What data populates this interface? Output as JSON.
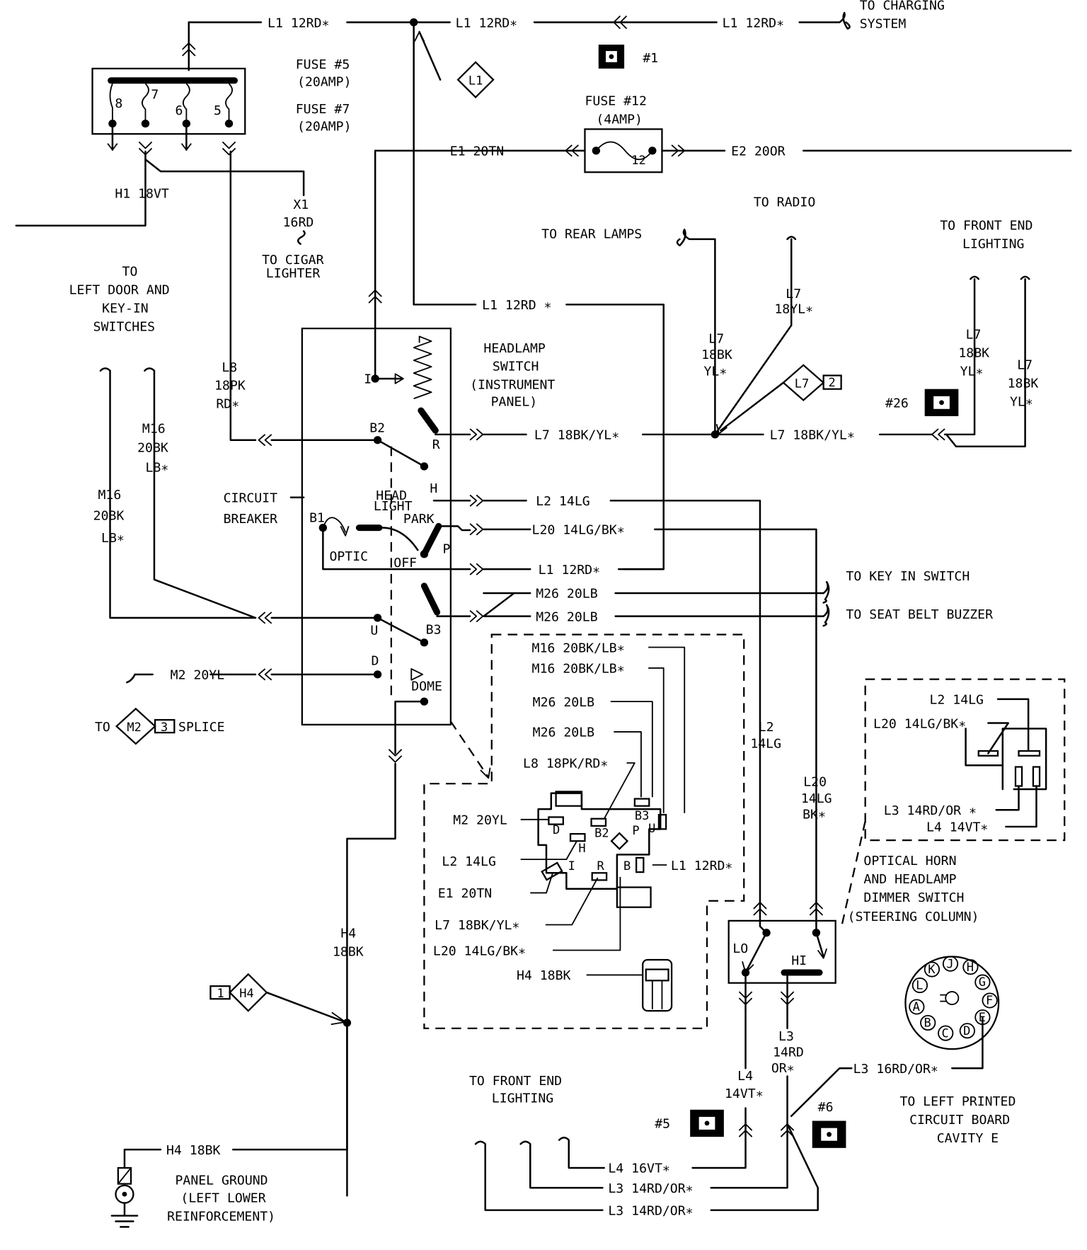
{
  "top": {
    "l1_a": "L1  12RD∗",
    "l1_b": "L1  12RD∗",
    "l1_c": "L1  12RD∗",
    "charging_1": "TO CHARGING",
    "charging_2": "SYSTEM",
    "conn1": "#1",
    "l1_diamond": "L1"
  },
  "fuses": {
    "f5_1": "FUSE #5",
    "f5_2": "(20AMP)",
    "f7_1": "FUSE #7",
    "f7_2": "(20AMP)",
    "f12_1": "FUSE #12",
    "f12_2": "(4AMP)",
    "f12_num": "12",
    "block_8": "8",
    "block_7": "7",
    "block_6": "6",
    "block_5": "5"
  },
  "left": {
    "h1": "H1  18VT",
    "x1_a": "X1",
    "x1_b": "16RD",
    "cigar_1": "TO CIGAR",
    "cigar_2": "LIGHTER",
    "door_1": "TO",
    "door_2": "LEFT DOOR AND",
    "door_3": "KEY-IN",
    "door_4": "SWITCHES",
    "l8_a": "L8",
    "l8_b": "18PK",
    "l8_c": "RD∗",
    "m16a_1": "M16",
    "m16a_2": "20BK",
    "m16a_3": "LB∗",
    "m16b_1": "M16",
    "m16b_2": "20BK",
    "m16b_3": "LB∗",
    "cb_1": "CIRCUIT",
    "cb_2": "BREAKER",
    "m2": "M2  20YL",
    "to": "TO",
    "m2_diamond": "M2",
    "m2_num": "3",
    "splice": "SPLICE"
  },
  "headlamp": {
    "title_1": "HEADLAMP",
    "title_2": "SWITCH",
    "title_3": "(INSTRUMENT",
    "title_4": "PANEL)",
    "pin_i": "I",
    "pin_b2": "B2",
    "pin_r": "R",
    "pin_h": "H",
    "head_1": "HEAD",
    "head_2": "LIGHT",
    "park": "PARK",
    "pin_p": "P",
    "pin_b1": "B1",
    "optic": "OPTIC",
    "off": "OFF",
    "pin_u": "U",
    "pin_b3": "B3",
    "pin_d": "D",
    "dome": "DOME"
  },
  "center": {
    "e1": "E1  20TN",
    "e2": "E2  20OR",
    "l1_mid": "L1  12RD ∗",
    "rear_lamps": "TO REAR LAMPS",
    "radio": "TO RADIO",
    "l7_a": "L7",
    "l7_b": "18BK",
    "l7_c": "YL∗",
    "l7_d": "L7",
    "l7_e": "18YL∗",
    "l7_diamond": "L7",
    "l7_num": "2",
    "l7_r": "L7  18BK/YL∗",
    "l7_right": "L7  18BK/YL∗",
    "l2": "L2  14LG",
    "l20": "L20  14LG/BK∗",
    "l1_off": "L1  12RD∗",
    "m26_a": "M26  20LB",
    "m26_b": "M26  20LB",
    "key_in": "TO KEY IN SWITCH",
    "seat_belt": "TO SEAT BELT BUZZER"
  },
  "right": {
    "front_1": "TO FRONT END",
    "front_2": "LIGHTING",
    "l7a_1": "L7",
    "l7a_2": "18BK",
    "l7a_3": "YL∗",
    "l7b_1": "L7",
    "l7b_2": "18BK",
    "l7b_3": "YL∗",
    "conn26": "#26",
    "l2v_1": "L2",
    "l2v_2": "14LG",
    "l20v_1": "L20",
    "l20v_2": "14LG",
    "l20v_3": "BK∗",
    "d_l2": "L2  14LG",
    "d_l20": "L20  14LG/BK∗",
    "d_l3": "L3  14RD/OR ∗",
    "d_l4": "L4  14VT∗",
    "opt_1": "OPTICAL HORN",
    "opt_2": "AND HEADLAMP",
    "opt_3": "DIMMER SWITCH",
    "opt_4": "(STEERING COLUMN)",
    "lo": "LO",
    "hi": "HI",
    "l3v_1": "L3",
    "l3v_2": "14RD",
    "l3v_3": "OR∗",
    "l4v_1": "L4",
    "l4v_2": "14VT∗",
    "l3_16": "L3  16RD/OR∗",
    "conn5": "#5",
    "conn6": "#6",
    "pcb_1": "TO LEFT PRINTED",
    "pcb_2": "CIRCUIT BOARD",
    "pcb_3": "CAVITY E",
    "cav_k": "K",
    "cav_j": "J",
    "cav_h": "H",
    "cav_l": "L",
    "cav_g": "G",
    "cav_f": "F",
    "cav_a": "A",
    "cav_e": "E",
    "cav_b": "B",
    "cav_c": "C",
    "cav_d": "D"
  },
  "connector": {
    "m16_a": "M16  20BK/LB∗",
    "m16_b": "M16  20BK/LB∗",
    "m26_a": "M26  20LB",
    "m26_b": "M26  20LB",
    "l8": "L8  18PK/RD∗",
    "m2": "M2  20YL",
    "l2": "L2  14LG",
    "e1": "E1  20TN",
    "l7": "L7  18BK/YL∗",
    "l20": "L20  14LG/BK∗",
    "h4": "H4  18BK",
    "l1": "L1  12RD∗",
    "p_d": "D",
    "p_b2": "B2",
    "p_h": "H",
    "p_b3": "B3",
    "p_u": "U",
    "p_p": "P",
    "p_i": "I",
    "p_r": "R",
    "p_b": "B"
  },
  "bottom": {
    "h4v_1": "H4",
    "h4v_2": "18BK",
    "h4_diamond": "H4",
    "h4_num": "1",
    "h4_gnd": "H4  18BK",
    "gnd_1": "PANEL GROUND",
    "gnd_2": "(LEFT LOWER",
    "gnd_3": "REINFORCEMENT)",
    "front_1": "TO FRONT END",
    "front_2": "LIGHTING",
    "l4": "L4  16VT∗",
    "l3_a": "L3  14RD/OR∗",
    "l3_b": "L3  14RD/OR∗"
  }
}
